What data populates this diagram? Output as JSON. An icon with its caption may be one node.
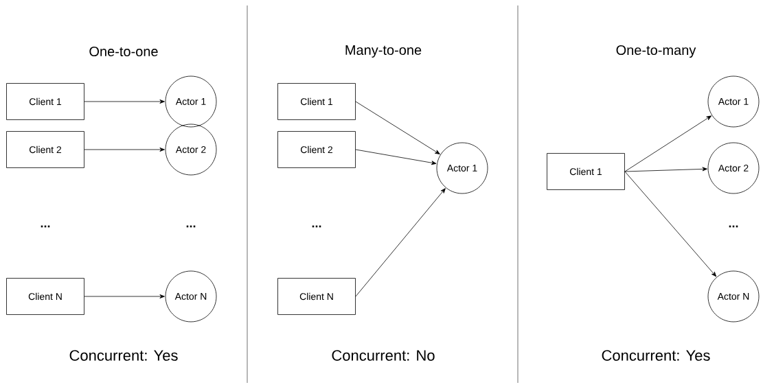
{
  "diagram": {
    "nodes": [
      {
        "text": [
          "Client 1"
        ]
      },
      {
        "text": [
          "Actor 1"
        ]
      },
      {
        "text": [
          "Client 2"
        ]
      },
      {
        "text": [
          "Actor 2"
        ]
      },
      {
        "text": [
          "Client N"
        ]
      },
      {
        "text": [
          "Actor N"
        ]
      },
      {
        "text": [
          "Client 1"
        ]
      },
      {
        "text": [
          "Client 2"
        ]
      },
      {
        "text": [
          "Actor 1"
        ]
      },
      {
        "text": [
          "Client N"
        ]
      },
      {
        "text": [
          "Client 1"
        ]
      },
      {
        "text": [
          "Actor 1"
        ]
      },
      {
        "text": [
          "Actor 2"
        ]
      },
      {
        "text": [
          "Actor N"
        ]
      }
    ],
    "edges": [
      {
        "from": 0,
        "to": 1,
        "arrow": "to"
      },
      {
        "from": 2,
        "to": 3,
        "arrow": "to"
      },
      {
        "from": 4,
        "to": 5,
        "arrow": "to"
      },
      {
        "from": 6,
        "to": 8,
        "arrow": "to"
      },
      {
        "from": 7,
        "to": 8,
        "arrow": "to"
      },
      {
        "from": 9,
        "to": 8,
        "arrow": "to"
      },
      {
        "from": 10,
        "to": 11,
        "arrow": "to"
      },
      {
        "from": 10,
        "to": 12,
        "arrow": "to"
      },
      {
        "from": 10,
        "to": 13,
        "arrow": "to"
      }
    ],
    "labels": [
      "One-to-one",
      "Many-to-one",
      "One-to-many",
      "...",
      "...",
      "...",
      "...",
      "Concurrent: Yes",
      "Concurrent: No",
      "Concurrent: Yes"
    ]
  }
}
